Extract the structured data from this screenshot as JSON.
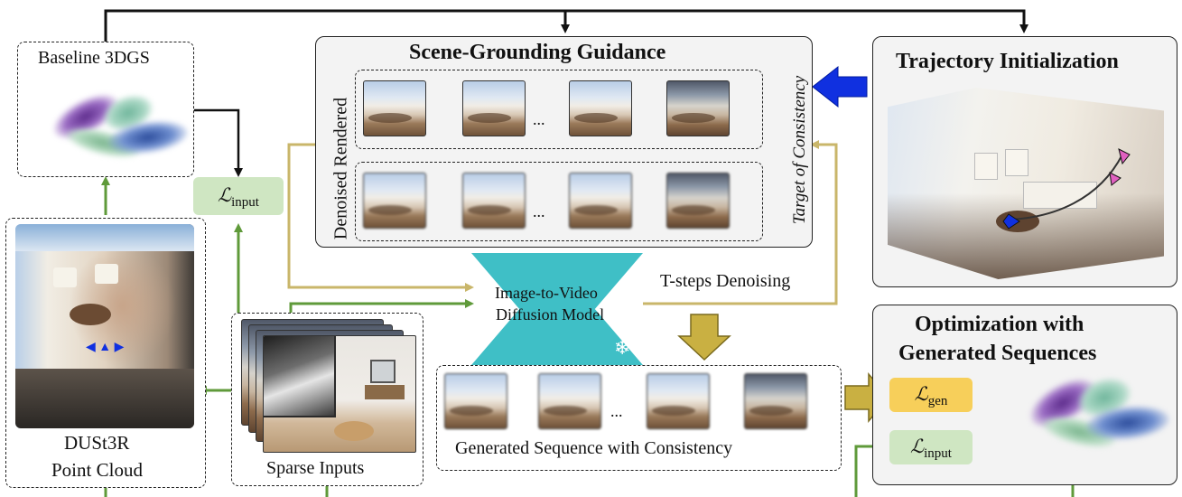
{
  "labels": {
    "baseline_3dgs": "Baseline 3DGS",
    "scene_grounding": "Scene-Grounding Guidance",
    "trajectory_init": "Trajectory Initialization",
    "denoised": "Denoised",
    "rendered": "Rendered",
    "target_consistency": "Target of Consistency",
    "ellipsis": "...",
    "i2v_line1": "Image-to-Video",
    "i2v_line2": "Diffusion Model",
    "t_steps": "T-steps Denoising",
    "optimization_line1": "Optimization with",
    "optimization_line2": "Generated Sequences",
    "generated_sequence": "Generated Sequence with Consistency",
    "sparse_inputs": "Sparse Inputs",
    "dust3r_line1": "DUSt3R",
    "dust3r_line2": "Point Cloud",
    "snowflake": "❄"
  },
  "losses": {
    "input_symbol": "ℒ",
    "input_sub": "input",
    "gen_symbol": "ℒ",
    "gen_sub": "gen"
  },
  "colors": {
    "loss_green": "#cfe6c2",
    "loss_yellow": "#f7cf5a",
    "diffusion_teal": "#3fbfc6",
    "arrow_green": "#5f9a3a",
    "arrow_tan": "#c9b66a",
    "arrow_olive": "#c9b042",
    "arrow_blue": "#1030e0",
    "arrow_red": "#c0201e"
  }
}
